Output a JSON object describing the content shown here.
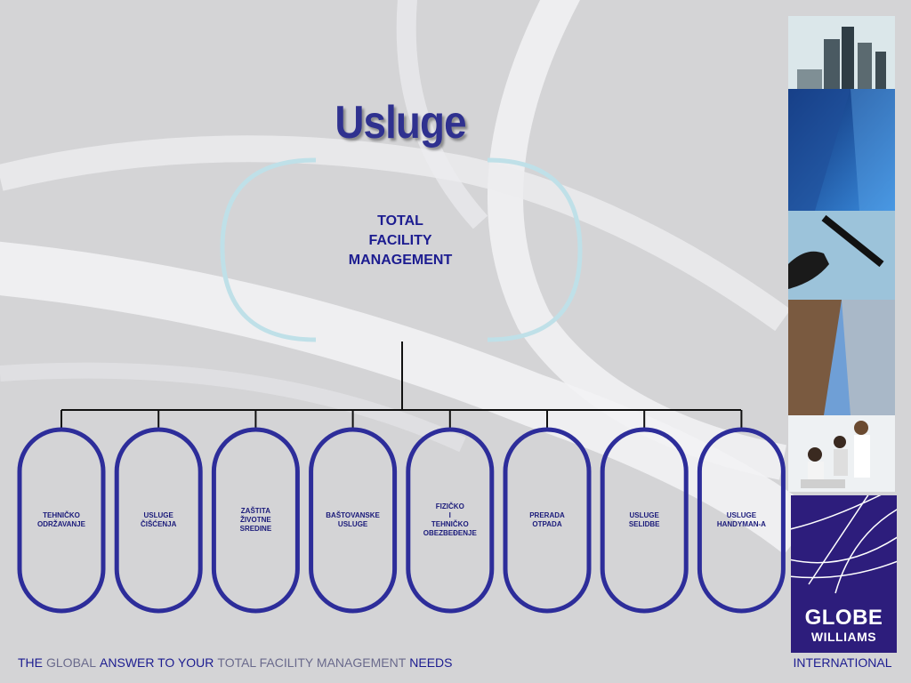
{
  "slide": {
    "title": "Usluge",
    "center_label": [
      "TOTAL",
      "FACILITY",
      "MANAGEMENT"
    ]
  },
  "services": [
    {
      "lines": [
        "TEHNIČKO",
        "ODRŽAVANJE"
      ]
    },
    {
      "lines": [
        "USLUGE",
        "ČIŠĆENJA"
      ]
    },
    {
      "lines": [
        "ZAŠTITA",
        "ŽIVOTNE",
        "SREDINE"
      ]
    },
    {
      "lines": [
        "BAŠTOVANSKE",
        "USLUGE"
      ]
    },
    {
      "lines": [
        "FIZIČKO",
        "I",
        "TEHNIČKO",
        "OBEZBEĐENJE"
      ]
    },
    {
      "lines": [
        "PRERADA",
        "OTPADA"
      ]
    },
    {
      "lines": [
        "USLUGE",
        "SELIDBE"
      ]
    },
    {
      "lines": [
        "USLUGE",
        "HANDYMAN-A"
      ]
    }
  ],
  "logo": {
    "line1": "GLOBE",
    "line2": "WILLIAMS"
  },
  "footer": {
    "tagline": [
      {
        "text": "THE",
        "color": "#1c1c90"
      },
      {
        "text": "GLOBAL",
        "color": "#6a6a8c"
      },
      {
        "text": "ANSWER TO YOUR",
        "color": "#1c1c90"
      },
      {
        "text": "TOTAL FACILITY MANAGEMENT",
        "color": "#6a6a8c"
      },
      {
        "text": "NEEDS",
        "color": "#1c1c90"
      }
    ],
    "international": "INTERNATIONAL"
  },
  "photos": [
    "skyscrapers-photo",
    "glass-facade-photo",
    "window-cleaner-photo",
    "towers-upward-photo",
    "office-people-photo"
  ],
  "colors": {
    "background": "#d4d4d6",
    "title": "#2f318f",
    "node_border": "#2d2d9a",
    "ellipse_arc": "#bfe0e8",
    "logo_bg": "#2d1d7c"
  }
}
